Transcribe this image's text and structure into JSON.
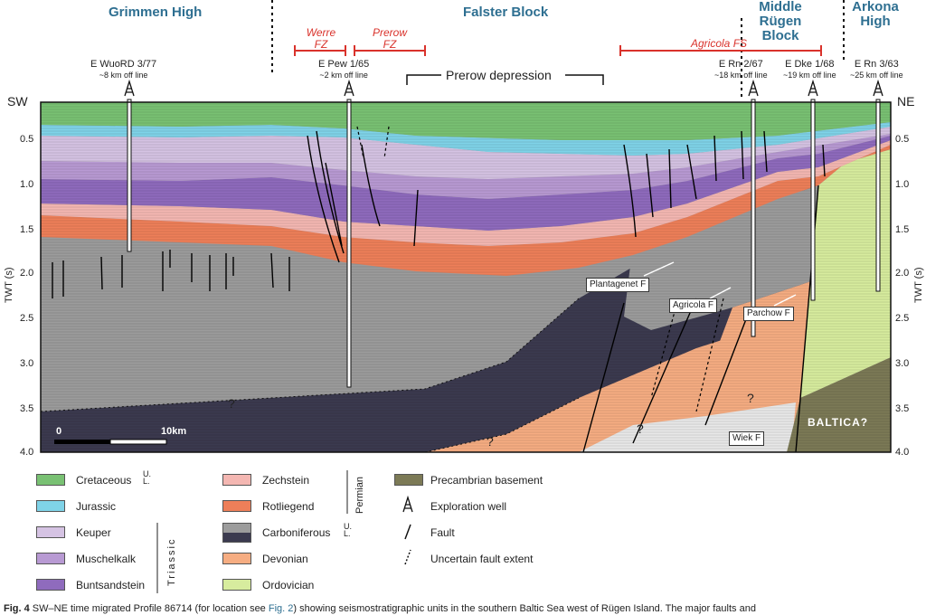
{
  "header": {
    "blocks": [
      {
        "name": "Grimmen High"
      },
      {
        "name": "Falster Block"
      },
      {
        "name": "Middle Rügen Block"
      },
      {
        "name": "Arkona High"
      }
    ],
    "fault_zones": [
      "Werre FZ",
      "Prerow FZ",
      "Agricola FS"
    ],
    "depression": "Prerow depression"
  },
  "wells": [
    {
      "name": "E WuoRD 3/77",
      "note": "~8 km off line"
    },
    {
      "name": "E Pew 1/65",
      "note": "~2 km off line"
    },
    {
      "name": "E Rn 2/67",
      "note": "~18 km off line"
    },
    {
      "name": "E Dke 1/68",
      "note": "~19 km off line"
    },
    {
      "name": "E Rn 3/63",
      "note": "~25 km off line"
    }
  ],
  "section": {
    "left_label": "SW",
    "right_label": "NE",
    "axis_title": "TWT (s)",
    "ticks": [
      "0.5",
      "1.0",
      "1.5",
      "2.0",
      "2.5",
      "3.0",
      "3.5",
      "4.0"
    ],
    "scale_start": "0",
    "scale_end": "10km",
    "faults": [
      "Plantagenet F",
      "Agricola F",
      "Parchow F",
      "Wiek F"
    ],
    "question_mark": "?",
    "basement_label": "BALTICA?"
  },
  "legend": {
    "col1": [
      {
        "label": "Cretaceous",
        "color": "#79c173",
        "ul": true
      },
      {
        "label": "Jurassic",
        "color": "#7fd3e8"
      },
      {
        "label": "Keuper",
        "color": "#d5c3e3"
      },
      {
        "label": "Muschelkalk",
        "color": "#b89ad3"
      },
      {
        "label": "Buntsandstein",
        "color": "#8f6bbd"
      }
    ],
    "col2": [
      {
        "label": "Zechstein",
        "color": "#f4b7b2"
      },
      {
        "label": "Rotliegend",
        "color": "#ee7f59"
      },
      {
        "label": "Carboniferous",
        "color": "#9c9c9c",
        "color2": "#3b3a4f",
        "ul": true
      },
      {
        "label": "Devonian",
        "color": "#f6ad82"
      },
      {
        "label": "Ordovician",
        "color": "#d7ec9e"
      }
    ],
    "ul_upper": "U.",
    "ul_lower": "L.",
    "triassic": "Triassic",
    "permian": "Permian",
    "col3": [
      {
        "label": "Precambrian basement",
        "color": "#7c7a56"
      },
      {
        "label": "Exploration well",
        "icon": "derrick"
      },
      {
        "label": "Fault",
        "icon": "fault-line"
      },
      {
        "label": "Uncertain fault extent",
        "icon": "dashed-line"
      }
    ]
  },
  "caption": {
    "lead": "Fig. 4",
    "text": "SW–NE time migrated Profile 86714 (for location see ",
    "link": "Fig. 2",
    "tail": ") showing seismostratigraphic units in the southern Baltic Sea west of Rügen Island. The major faults and"
  }
}
